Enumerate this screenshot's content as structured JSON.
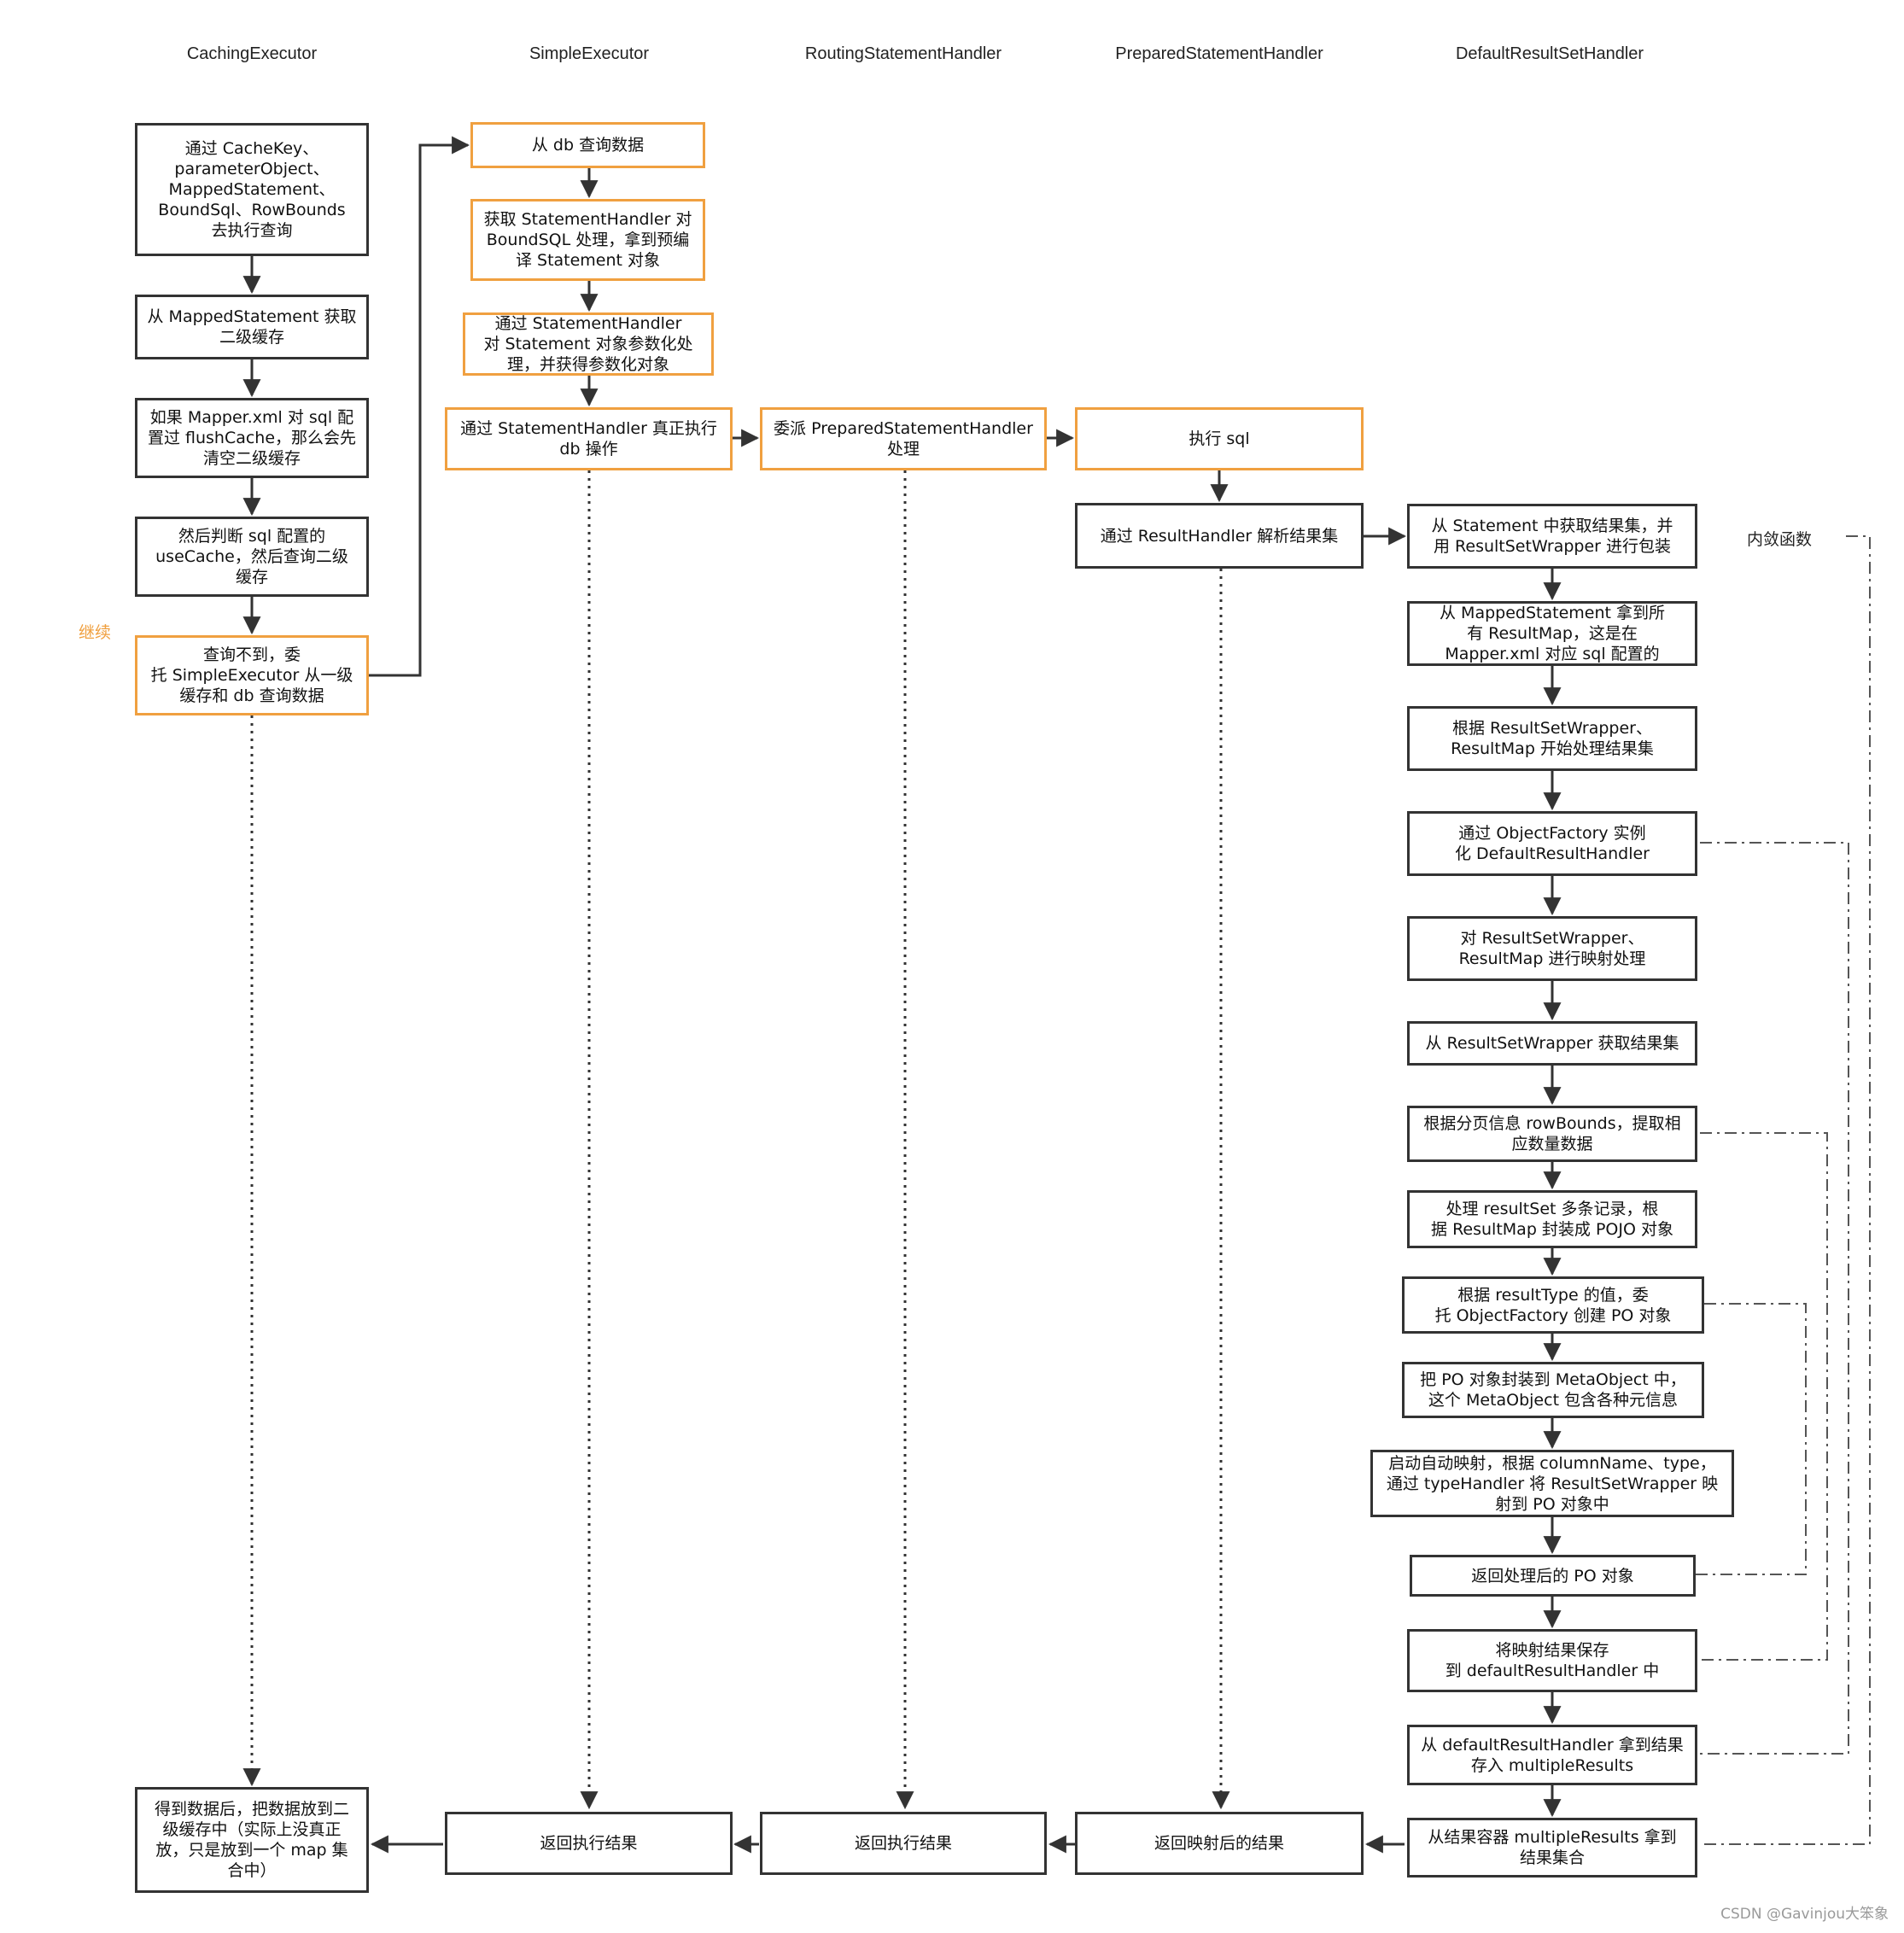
{
  "lanes": [
    "CachingExecutor",
    "SimpleExecutor",
    "RoutingStatementHandler",
    "PreparedStatementHandler",
    "DefaultResultSetHandler"
  ],
  "nodes": {
    "c1": "通过 CacheKey、\nparameterObject、\nMappedStatement、\nBoundSql、RowBounds\n去执行查询",
    "c2": "从 MappedStatement 获取\n二级缓存",
    "c3": "如果 Mapper.xml 对 sql 配\n置过 flushCache，那么会先\n清空二级缓存",
    "c4": "然后判断 sql 配置的\nuseCache，然后查询二级\n缓存",
    "c5": "查询不到，委\n托 SimpleExecutor 从一级\n缓存和 db 查询数据",
    "c6": "得到数据后，把数据放到二\n级缓存中（实际上没真正\n放，只是放到一个 map 集\n合中）",
    "s1": "从 db 查询数据",
    "s2": "获取 StatementHandler 对\nBoundSQL 处理，拿到预编\n译 Statement 对象",
    "s3": "通过 StatementHandler\n对 Statement 对象参数化处\n理，并获得参数化对象",
    "s4": "通过 StatementHandler 真正执行\ndb 操作",
    "s5": "返回执行结果",
    "r1": "委派 PreparedStatementHandler\n处理",
    "r2": "返回执行结果",
    "p1": "执行 sql",
    "p2": "通过 ResultHandler 解析结果集",
    "p3": "返回映射后的结果",
    "d1": "从 Statement 中获取结果集，并\n用 ResultSetWrapper 进行包装",
    "d2": "从 MappedStatement 拿到所\n有 ResultMap，这是在\nMapper.xml 对应 sql 配置的",
    "d3": "根据 ResultSetWrapper、\nResultMap 开始处理结果集",
    "d4": "通过 ObjectFactory 实例\n化 DefaultResultHandler",
    "d5": "对 ResultSetWrapper、\nResultMap 进行映射处理",
    "d6": "从 ResultSetWrapper 获取结果集",
    "d7": "根据分页信息 rowBounds，提取相\n应数量数据",
    "d8": "处理 resultSet 多条记录，根\n据 ResultMap 封装成 POJO 对象",
    "d9": "根据 resultType 的值，委\n托 ObjectFactory  创建 PO 对象",
    "d10": "把 PO 对象封装到 MetaObject 中，\n这个 MetaObject  包含各种元信息",
    "d11": "启动自动映射，根据 columnName、type，\n通过 typeHandler 将  ResultSetWrapper 映\n射到 PO 对象中",
    "d12": "返回处理后的 PO 对象",
    "d13": "将映射结果保存\n到 defaultResultHandler 中",
    "d14": "从 defaultResultHandler 拿到结果\n存入 multipleResults",
    "d15": "从结果容器 multipleResults 拿到\n结果集合"
  },
  "labels": {
    "continue": "继续",
    "inline_function": "内敛函数"
  },
  "watermark": "CSDN @Gavinjou大笨象",
  "colors": {
    "border": "#333333",
    "highlight": "#f0a040",
    "line": "#333333"
  }
}
